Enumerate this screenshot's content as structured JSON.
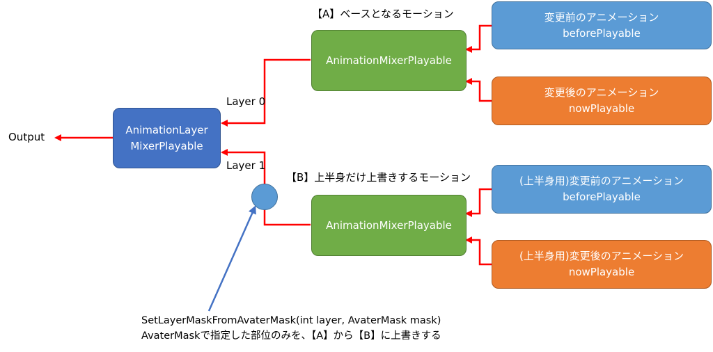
{
  "output_label": "Output",
  "layer_mixer": {
    "line1": "AnimationLayer",
    "line2": "MixerPlayable"
  },
  "layer0_label": "Layer 0",
  "layer1_label": "Layer 1",
  "group_a": {
    "heading": "【A】ベースとなるモーション",
    "mixer": "AnimationMixerPlayable",
    "before": {
      "line1": "変更前のアニメーション",
      "line2": "beforePlayable"
    },
    "now": {
      "line1": "変更後のアニメーション",
      "line2": "nowPlayable"
    }
  },
  "group_b": {
    "heading": "【B】上半身だけ上書きするモーション",
    "mixer": "AnimationMixerPlayable",
    "before": {
      "line1": "(上半身用)変更前のアニメーション",
      "line2": "beforePlayable"
    },
    "now": {
      "line1": "(上半身用)変更後のアニメーション",
      "line2": "nowPlayable"
    }
  },
  "note": {
    "line1": "SetLayerMaskFromAvaterMask(int layer, AvaterMask mask)",
    "line2": "AvaterMaskで指定した部位のみを、【A】から【B】に上書きする"
  },
  "colors": {
    "layer_mixer": "#4472c4",
    "mixer": "#70ad47",
    "before": "#5b9bd5",
    "now": "#ed7d31",
    "wire": "#ff0000",
    "mask_arrow": "#4472c4"
  }
}
